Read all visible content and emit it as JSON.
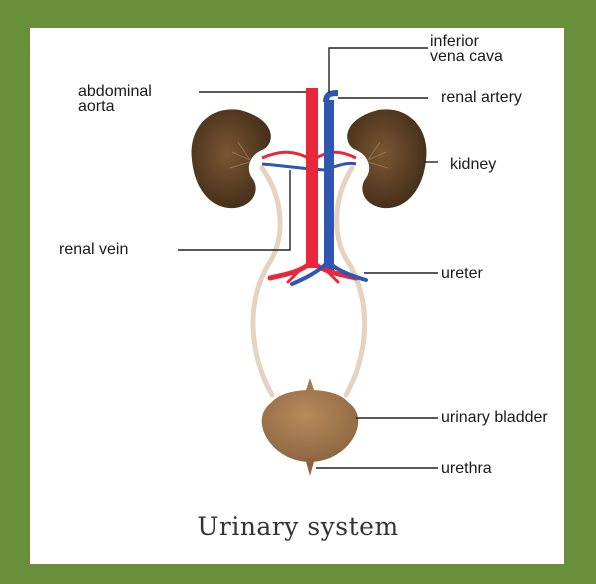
{
  "title": "Urinary system",
  "labels": {
    "abdominal_aorta": [
      "abdominal",
      "aorta"
    ],
    "inferior_vena_cava": [
      "inferior",
      "vena cava"
    ],
    "renal_artery": "renal artery",
    "kidney": "kidney",
    "renal_vein": "renal vein",
    "ureter": "ureter",
    "urinary_bladder": "urinary bladder",
    "urethra": "urethra"
  },
  "colors": {
    "frame": "#6a8f3b",
    "artery": "#e8283a",
    "vein": "#2f56b0",
    "kidney": "#5a3e24",
    "bladder": "#a57a4e",
    "ureter": "#e6d2bd",
    "leader": "#222222"
  }
}
